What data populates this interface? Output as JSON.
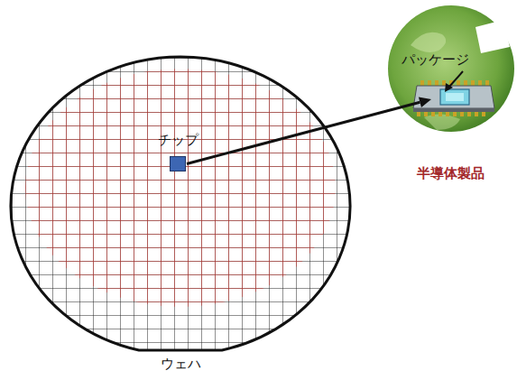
{
  "diagram": {
    "nodes": [
      {
        "text": [
          "ウェハ"
        ]
      },
      {
        "text": [
          "チップ"
        ],
        "in": 0
      },
      {
        "text": [
          "半導体製品"
        ]
      }
    ],
    "edges": [
      {
        "from": 1,
        "to": 2,
        "arrow": "to"
      }
    ],
    "labels": [
      "パッケージ"
    ]
  }
}
